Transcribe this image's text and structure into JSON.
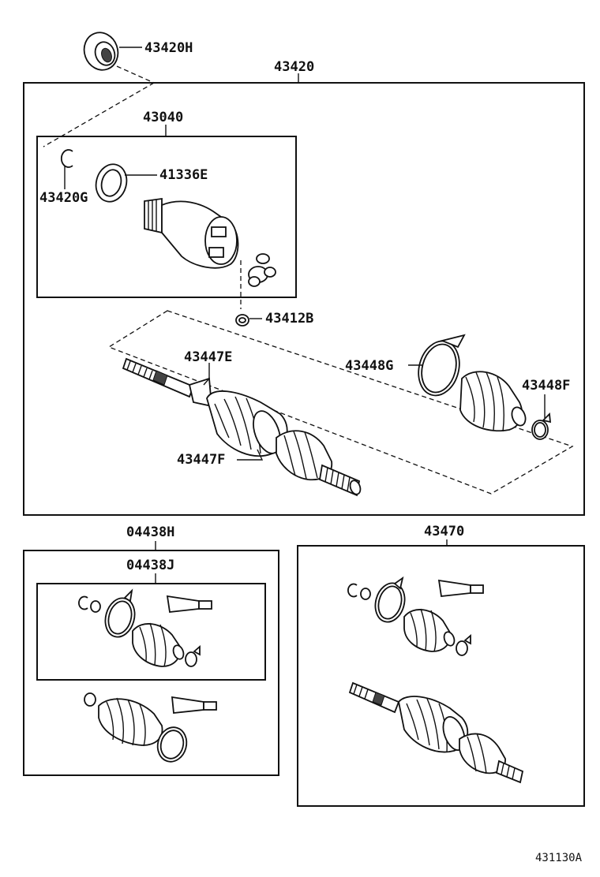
{
  "diagram": {
    "labels": {
      "bearing_seal": "43420H",
      "assembly": "43420",
      "inboard_joint": "43040",
      "snap_ring": "43420G",
      "dust_seal": "41336E",
      "clip_43412": "43412B",
      "clamp_e": "43447E",
      "clamp_f": "43447F",
      "band_g": "43448G",
      "band_f": "43448F",
      "boot_kit_outer": "04438H",
      "boot_kit_inner": "04438J",
      "boot_kit_43470": "43470",
      "figure_code": "431130A"
    }
  }
}
